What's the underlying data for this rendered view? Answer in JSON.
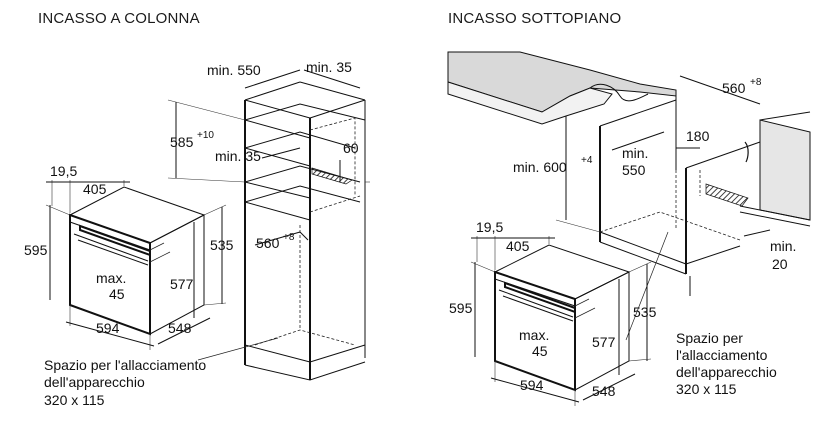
{
  "left": {
    "title": "INCASSO A COLONNA",
    "dims": {
      "min550": "min. 550",
      "min35_top": "min. 35",
      "d585": "585",
      "d585_sup": "+10",
      "min35_mid": "min. 35",
      "d60": "60",
      "d560": "560",
      "d560_sup": "+8",
      "d19_5": "19,5",
      "d405": "405",
      "d595": "595",
      "d535": "535",
      "max45_a": "max.",
      "max45_b": "45",
      "d577": "577",
      "d594": "594",
      "d548": "548"
    },
    "note": [
      "Spazio per l'allacciamento",
      "dell'apparecchio",
      "320 x 115"
    ]
  },
  "right": {
    "title": "INCASSO SOTTOPIANO",
    "dims": {
      "d560": "560",
      "d560_sup": "+8",
      "d180": "180",
      "min600": "min. 600",
      "min600_sup": "+4",
      "min550_a": "min.",
      "min550_b": "550",
      "min20_a": "min.",
      "min20_b": "20",
      "d19_5": "19,5",
      "d405": "405",
      "d595": "595",
      "d535": "535",
      "max45_a": "max.",
      "max45_b": "45",
      "d577": "577",
      "d594": "594",
      "d548": "548"
    },
    "note": [
      "Spazio per",
      "l'allacciamento",
      "dell'apparecchio",
      "320 x 115"
    ]
  }
}
